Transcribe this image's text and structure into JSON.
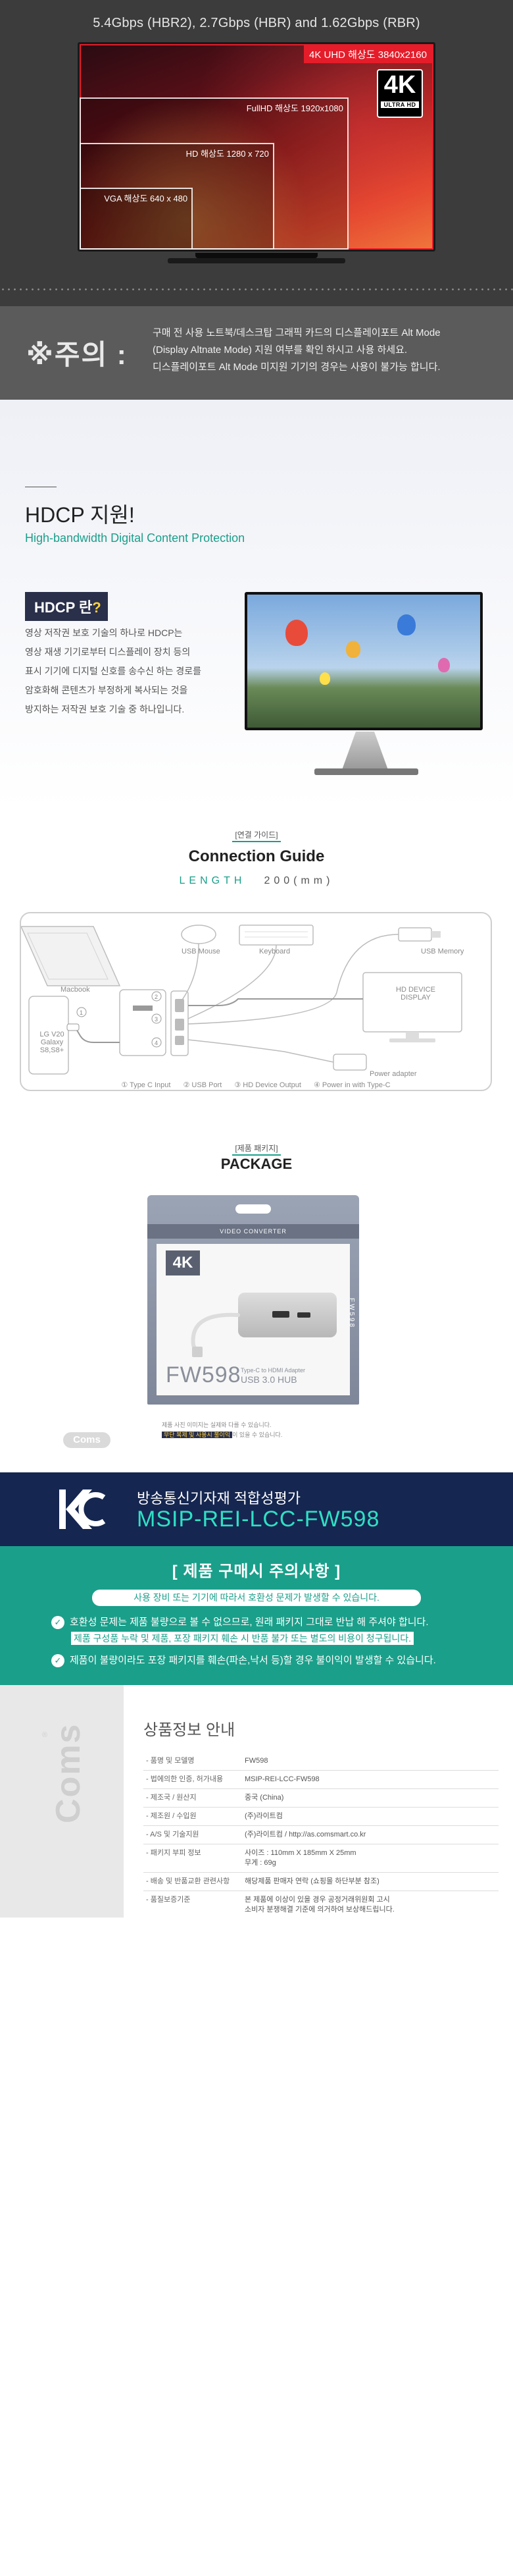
{
  "resolution": {
    "heading": "5.4Gbps (HBR2), 2.7Gbps (HBR) and 1.62Gbps (RBR)",
    "label_4k": "4K UHD 해상도 3840x2160",
    "label_fhd": "FullHD 해상도 1920x1080",
    "label_hd": "HD 해상도 1280 x 720",
    "label_vga": "VGA 해상도 640 x 480",
    "badge_big": "4K",
    "badge_small": "ULTRA HD"
  },
  "caution": {
    "title": "※주의 :",
    "lines": [
      "구매 전 사용 노트북/데스크탑 그래픽 카드의 디스플레이포트 Alt Mode",
      "(Display Altnate Mode) 지원 여부를 확인 하시고 사용 하세요.",
      "디스플레이포트 Alt Mode 미지원 기기의 경우는 사용이 불가능 합니다."
    ]
  },
  "hdcp": {
    "title": "HDCP 지원!",
    "subtitle": "High-bandwidth Digital Content Protection",
    "badge": "HDCP 란",
    "badge_q": "?",
    "desc": [
      "영상 저작권 보호 기술의 하나로 HDCP는",
      "영상 재생 기기로부터 디스플레이 장치 등의",
      "표시 기기에 디지털 신호를 송수신 하는 경로를",
      "암호화해 콘텐츠가 부정하게 복사되는 것을",
      "방지하는 저작권 보호 기술 중 하나입니다."
    ]
  },
  "connection": {
    "tag": "[연결 가이드]",
    "title": "Connection Guide",
    "length_label": "LENGTH",
    "length_value": "200(mm)",
    "devices": {
      "mouse": "USB Mouse",
      "keyboard": "Keyboard",
      "memory": "USB Memory",
      "macbook": "Macbook",
      "phone": "LG V20\nGalaxy\nS8,S8+",
      "display": "HD DEVICE\nDISPLAY",
      "adapter": "Power adapter"
    },
    "legend": [
      "① Type C Input",
      "② USB Port",
      "③ HD Device Output",
      "④ Power in with Type-C"
    ]
  },
  "package": {
    "tag": "[제품 패키지]",
    "title": "PACKAGE",
    "box_header": "VIDEO CONVERTER",
    "box_4k": "4K",
    "box_model": "FW598",
    "box_sub": "Type-C to HDMI Adapter",
    "box_sub2": "USB 3.0 HUB",
    "box_side": "FW598",
    "logo": "Coms",
    "note_1": "제품 사진 이미지는 실제와 다를 수 있습니다.",
    "note_highlight": "무단 복제 및 사용시 불이익",
    "note_2": "이 있을 수 있습니다."
  },
  "kc": {
    "line1": "방송통신기자재 적합성평가",
    "line2": "MSIP-REI-LCC-FW598"
  },
  "notice": {
    "title": "[  제품 구매시 주의사항  ]",
    "pill": "사용 장비 또는 기기에 따라서 호환성 문제가 발생할 수 있습니다.",
    "row1": "호환성 문제는 제품 불량으로 볼 수 없으므로, 원래 패키지 그대로 반납 해 주셔야 합니다.",
    "row1b": "제품 구성품 누락 및 제품, 포장 패키지 훼손 시 반품 불가 또는 별도의 비용이 청구됩니다.",
    "row2": "제품이 불량이라도 포장 패키지를 훼손(파손,낙서 등)할 경우 불이익이 발생할 수 있습니다."
  },
  "info": {
    "title": "상품정보 안내",
    "brand_vertical": "Coms",
    "brand_tm": "®",
    "rows": [
      {
        "k": "- 품명 및 모델명",
        "v": "FW598"
      },
      {
        "k": "- 법에의한 인증, 허가내용",
        "v": "MSIP-REI-LCC-FW598"
      },
      {
        "k": "- 제조국 / 원산지",
        "v": "중국 (China)"
      },
      {
        "k": "- 제조원 / 수입원",
        "v": "(주)라이트컴"
      },
      {
        "k": "- A/S 및 기술지원",
        "v": "(주)라이트컴 / http://as.comsmart.co.kr"
      },
      {
        "k": "- 패키지 부피 정보",
        "v": "사이즈 : 110mm X 185mm X 25mm\n무게 : 69g"
      },
      {
        "k": "- 배송 및 반품교환 관련사항",
        "v": "해당제품 판매자 연락 (쇼핑몰 하단부분 참조)"
      },
      {
        "k": "- 품질보증기준",
        "v": "본 제품에 이상이 있을 경우 공정거래위원회 고시\n소비자 분쟁해결 기준에 의거하여 보상해드립니다."
      }
    ]
  }
}
